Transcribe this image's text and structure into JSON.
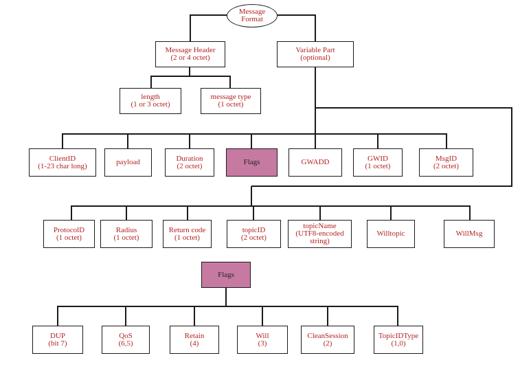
{
  "colors": {
    "text": "#b22222",
    "highlight": "#c77aa1",
    "line": "#1a1a1a"
  },
  "root": {
    "label": "Message\nFormat"
  },
  "level1": [
    {
      "label": "Message Header\n(2 or 4 octet)"
    },
    {
      "label": "Variable Part\n(optional)"
    }
  ],
  "header_parts": [
    {
      "label": "length\n(1 or 3 octet)"
    },
    {
      "label": "message type\n(1 octet)"
    }
  ],
  "variable_row1": [
    {
      "label": "ClientID\n(1-23 char long)"
    },
    {
      "label": "payload"
    },
    {
      "label": "Duration\n(2 octet)"
    },
    {
      "label": "Flags"
    },
    {
      "label": "GWADD"
    },
    {
      "label": "GWID\n(1 octet)"
    },
    {
      "label": "MsgID\n(2 octet)"
    }
  ],
  "variable_row2": [
    {
      "label": "ProtocolD\n(1 octet)"
    },
    {
      "label": "Radius\n(1 octet)"
    },
    {
      "label": "Return code\n(1 octet)"
    },
    {
      "label": "topicID\n(2 octet)"
    },
    {
      "label": "topicName\n(UTF8-encoded\nstring)"
    },
    {
      "label": "Willtopic"
    },
    {
      "label": "WillMsg"
    }
  ],
  "flags_detail": {
    "label": "Flags"
  },
  "flag_bits": [
    {
      "label": "DUP\n(bit 7)"
    },
    {
      "label": "QoS\n(6,5)"
    },
    {
      "label": "Retain\n(4)"
    },
    {
      "label": "Will\n(3)"
    },
    {
      "label": "CleanSession\n(2)"
    },
    {
      "label": "TopicIDType\n(1,0)"
    }
  ]
}
